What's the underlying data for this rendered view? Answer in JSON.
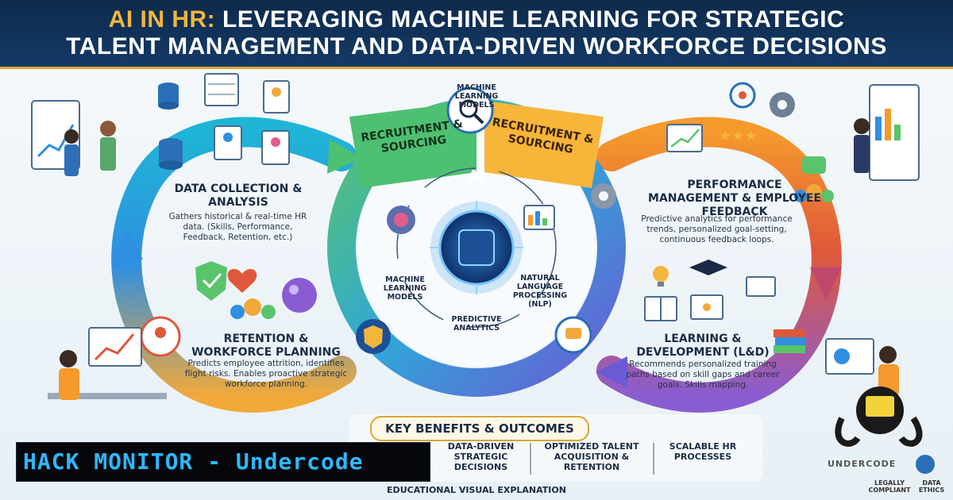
{
  "header": {
    "title_accent": "AI IN HR:",
    "title_line1_rest": "LEVERAGING MACHINE LEARNING FOR STRATEGIC",
    "title_line2": "TALENT MANAGEMENT AND DATA-DRIVEN WORKFORCE DECISIONS"
  },
  "cycle": {
    "banner_left": "RECRUITMENT & SOURCING",
    "banner_right": "RECRUITMENT & SOURCING",
    "stages": [
      {
        "title": "DATA COLLECTION & ANALYSIS",
        "desc": "Gathers historical & real-time HR data. (Skills, Performance, Feedback, Retention, etc.)"
      },
      {
        "title": "PERFORMANCE MANAGEMENT & EMPLOYEE FEEDBACK",
        "desc": "Predictive analytics for performance trends, personalized goal-setting, continuous feedback loops."
      },
      {
        "title": "RETENTION & WORKFORCE PLANNING",
        "desc": "Predicts employee attrition, identifies flight risks. Enables proactive strategic workforce planning."
      },
      {
        "title": "LEARNING & DEVELOPMENT (L&D)",
        "desc": "Recommends personalized training paths based on skill gaps and career goals. Skills mapping."
      }
    ],
    "core": {
      "center": "AI",
      "labels": [
        "MACHINE LEARNING MODELS",
        "MACHINE LEARNING MODELS",
        "NATURAL LANGUAGE PROCESSING (NLP)",
        "PREDICTIVE ANALYTICS"
      ]
    }
  },
  "benefits": {
    "title": "KEY BENEFITS & OUTCOMES",
    "items": [
      "DATA-DRIVEN STRATEGIC DECISIONS",
      "OPTIMIZED TALENT ACQUISITION & RETENTION",
      "SCALABLE HR PROCESSES"
    ]
  },
  "footer": {
    "caption": "EDUCATIONAL VISUAL EXPLANATION",
    "watermark": "HACK MONITOR - Undercode",
    "logo_text": "UNDERCODE",
    "badges": [
      "LEGALLY COMPLIANT",
      "DATA ETHICS"
    ]
  },
  "colors": {
    "header_bg": "#0d2a4c",
    "accent_gold": "#f2b63c",
    "arc_blue": "#1fa0d8",
    "arc_green": "#5cc36b",
    "arc_orange": "#f59a2d",
    "arc_purple": "#8a5cd1",
    "watermark_blue": "#2fb7ff"
  },
  "icons": [
    "database-icon",
    "document-icon",
    "resume-icon",
    "search-icon",
    "gear-icon",
    "chart-icon",
    "brain-icon",
    "ai-chip-icon",
    "shield-check-icon",
    "heart-icon",
    "crystal-ball-icon",
    "team-icon",
    "chat-icon",
    "graduation-cap-icon",
    "book-icon",
    "lightbulb-icon",
    "laptop-icon",
    "star-rating-icon",
    "target-icon"
  ]
}
